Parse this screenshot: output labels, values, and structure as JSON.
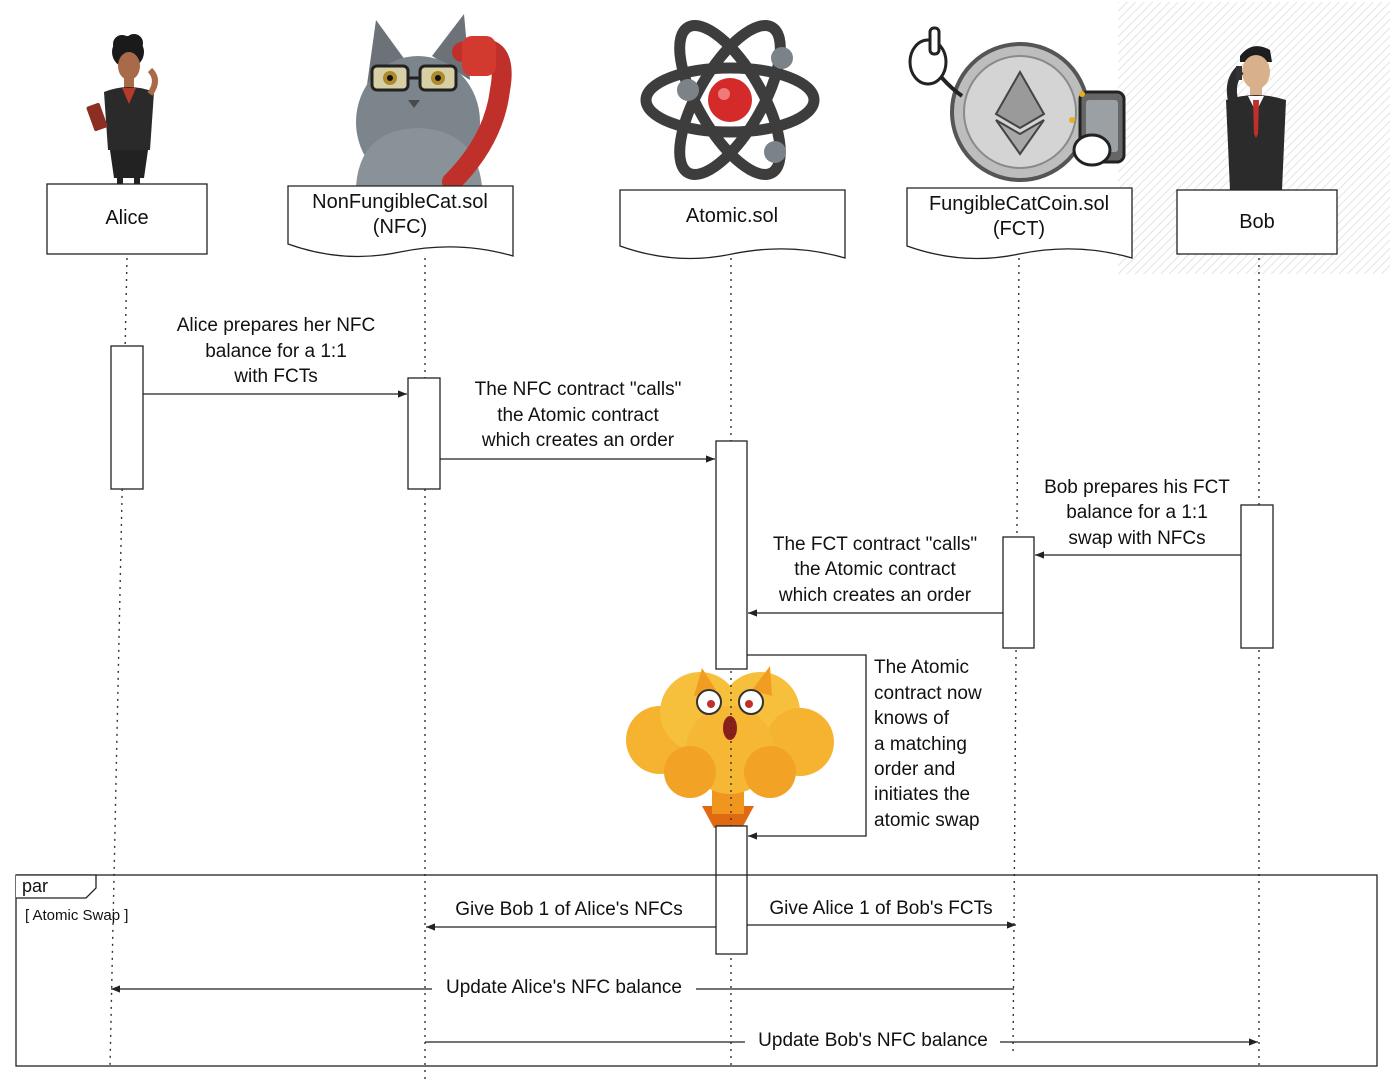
{
  "participants": {
    "alice": "Alice",
    "nfc_line1": "NonFungibleCat.sol",
    "nfc_line2": "(NFC)",
    "atomic": "Atomic.sol",
    "fct_line1": "FungibleCatCoin.sol",
    "fct_line2": "(FCT)",
    "bob": "Bob"
  },
  "messages": {
    "m1": [
      "Alice prepares her NFC",
      "balance for a 1:1",
      "with FCTs"
    ],
    "m2": [
      "The NFC contract \"calls\"",
      "the Atomic contract",
      "which creates an order"
    ],
    "m3": [
      "Bob prepares his FCT",
      "balance for a 1:1",
      "swap with NFCs"
    ],
    "m4": [
      "The FCT contract \"calls\"",
      "the Atomic contract",
      "which creates an order"
    ],
    "m5": [
      "The Atomic",
      "contract now",
      "knows of",
      "a matching",
      "order and",
      "initiates the",
      "atomic swap"
    ],
    "m6": "Give Bob 1 of Alice's NFCs",
    "m7": "Give Alice 1 of Bob's FCTs",
    "m8": "Update Alice's NFC balance",
    "m9": "Update Bob's NFC balance"
  },
  "fragment": {
    "operator": "par",
    "guard": "[ Atomic Swap ]"
  },
  "icons": [
    "businesswoman-icon",
    "cat-on-phone-icon",
    "atom-icon",
    "coin-mascot-icon",
    "businessman-icon",
    "exploding-cat-icon"
  ]
}
